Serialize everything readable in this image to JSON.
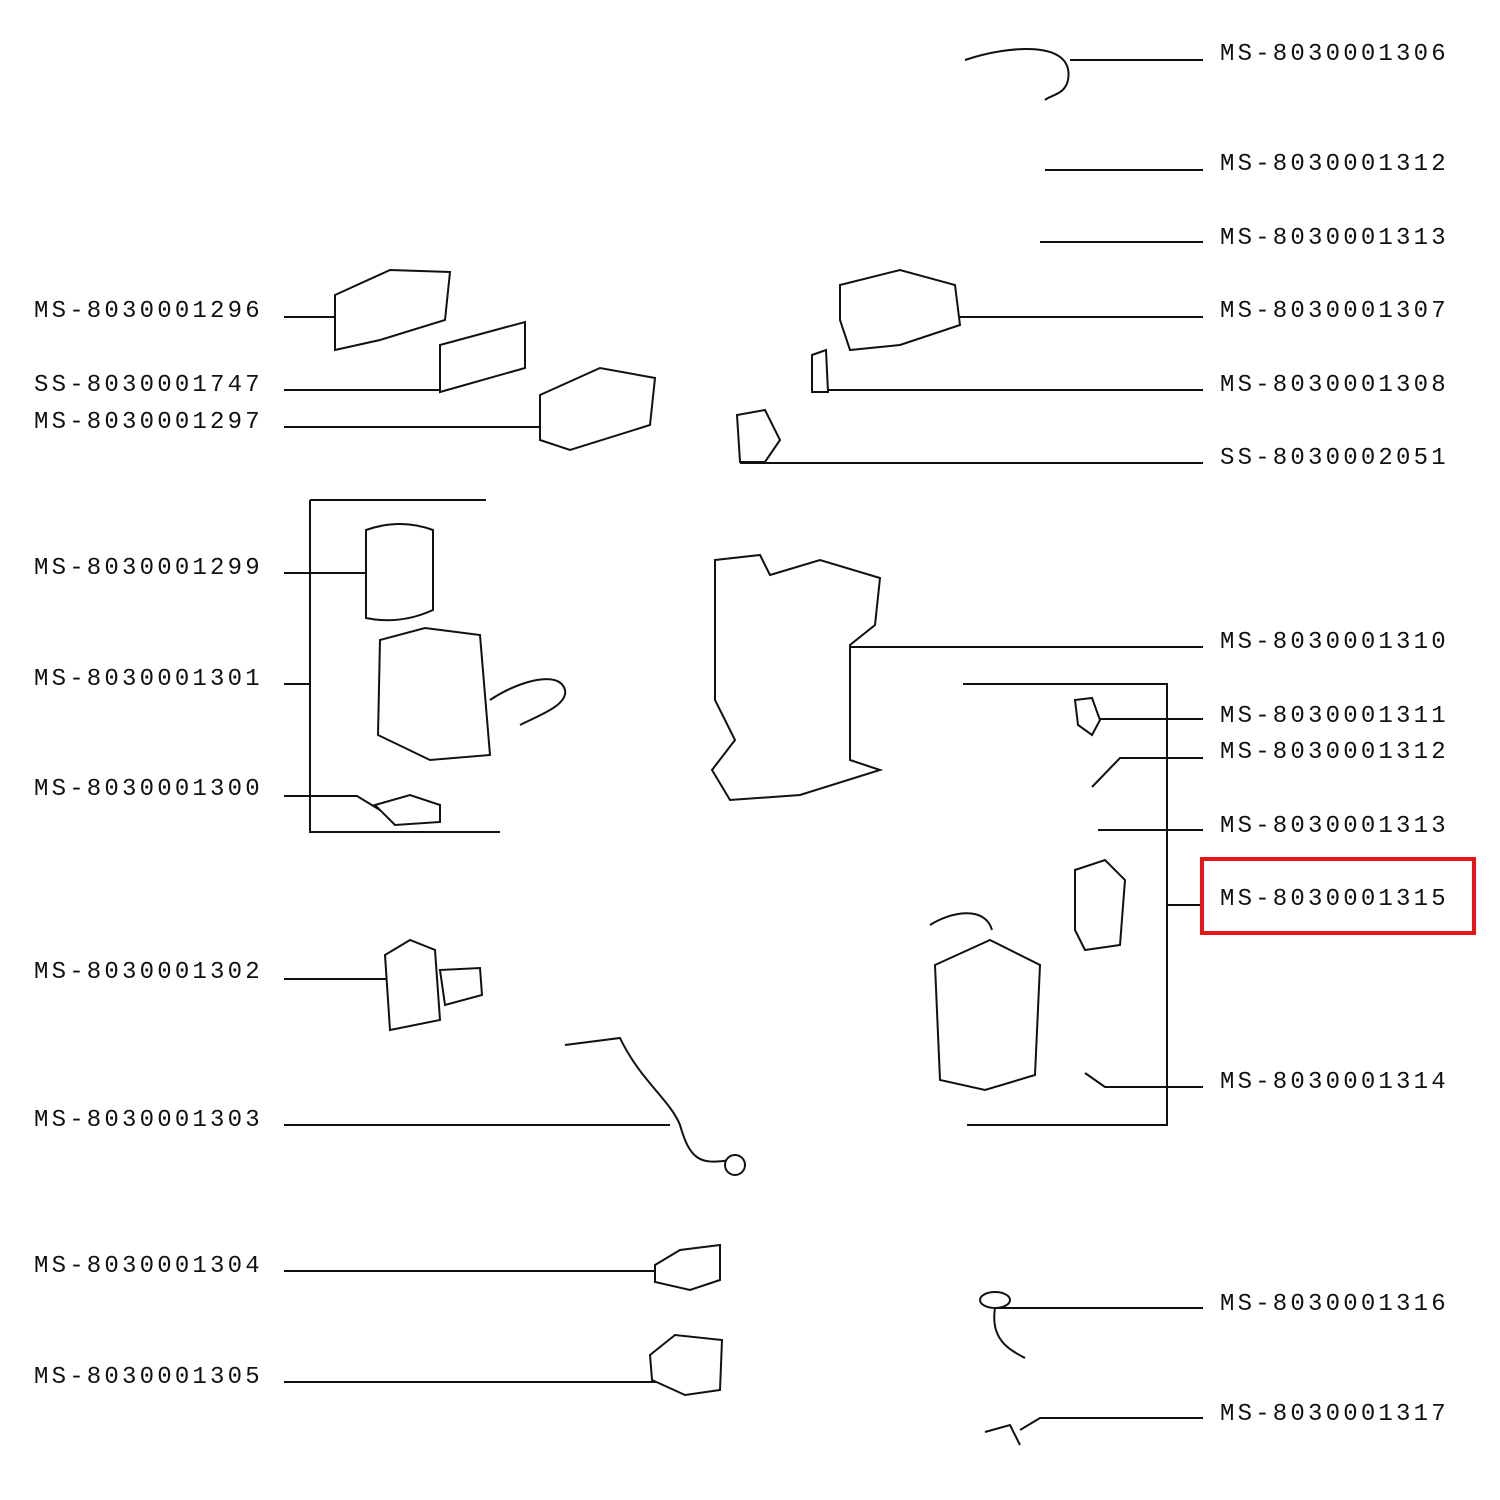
{
  "diagram": {
    "highlight_color": "#e8141a",
    "highlighted_part": "MS-8030001315",
    "right_labels": [
      "MS-8030001306",
      "MS-8030001312",
      "MS-8030001313",
      "MS-8030001307",
      "MS-8030001308",
      "SS-8030002051",
      "MS-8030001310",
      "MS-8030001311",
      "MS-8030001312",
      "MS-8030001313",
      "MS-8030001315",
      "MS-8030001314",
      "MS-8030001316",
      "MS-8030001317"
    ],
    "left_labels": [
      "MS-8030001296",
      "SS-8030001747",
      "MS-8030001297",
      "MS-8030001299",
      "MS-8030001301",
      "MS-8030001300",
      "MS-8030001302",
      "MS-8030001303",
      "MS-8030001304",
      "MS-8030001305"
    ]
  }
}
